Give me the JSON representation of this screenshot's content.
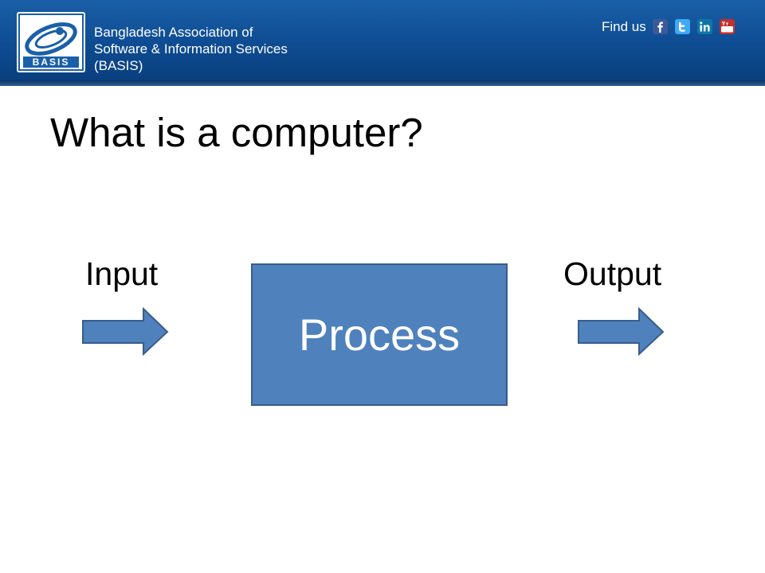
{
  "header": {
    "logo_text": "BASIS",
    "org_line1": "Bangladesh Association of",
    "org_line2": "Software & Information Services",
    "org_line3": "(BASIS)",
    "find_us": "Find us",
    "social_icons": [
      "facebook-icon",
      "twitter-icon",
      "linkedin-icon",
      "youtube-icon"
    ]
  },
  "slide": {
    "title": "What is a computer?",
    "input_label": "Input",
    "process_label": "Process",
    "output_label": "Output"
  },
  "colors": {
    "header": "#0e4c92",
    "box_fill": "#4f81bd",
    "box_border": "#385d8a"
  }
}
